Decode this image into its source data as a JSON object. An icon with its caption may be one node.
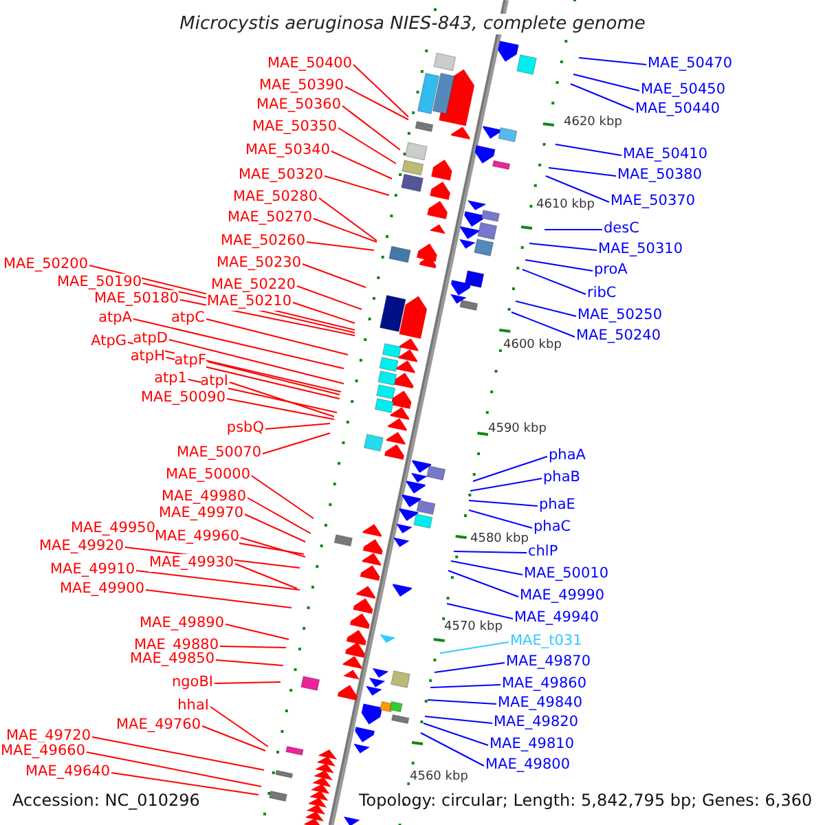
{
  "diagram": {
    "title": "Microcystis aeruginosa NIES-843, complete genome",
    "nodes": [
      {
        "text": [
          "MAE_50400"
        ]
      },
      {
        "text": [
          "MAE_50390"
        ]
      },
      {
        "text": [
          "MAE_50360"
        ]
      },
      {
        "text": [
          "MAE_50350"
        ]
      },
      {
        "text": [
          "MAE_50340"
        ]
      },
      {
        "text": [
          "MAE_50320"
        ]
      },
      {
        "text": [
          "MAE_50280"
        ]
      },
      {
        "text": [
          "MAE_50270"
        ]
      },
      {
        "text": [
          "MAE_50260"
        ]
      },
      {
        "text": [
          "MAE_50230"
        ]
      },
      {
        "text": [
          "MAE_50220"
        ]
      },
      {
        "text": [
          "MAE_50210"
        ]
      },
      {
        "text": [
          "MAE_50200"
        ]
      },
      {
        "text": [
          "MAE_50190"
        ]
      },
      {
        "text": [
          "MAE_50180"
        ]
      },
      {
        "text": [
          "atpA"
        ]
      },
      {
        "text": [
          "atpC"
        ]
      },
      {
        "text": [
          "AtpG"
        ]
      },
      {
        "text": [
          "atpD"
        ]
      },
      {
        "text": [
          "atpH"
        ]
      },
      {
        "text": [
          "atpF"
        ]
      },
      {
        "text": [
          "atp1"
        ]
      },
      {
        "text": [
          "atpI"
        ]
      },
      {
        "text": [
          "MAE_50090"
        ]
      },
      {
        "text": [
          "psbQ"
        ]
      },
      {
        "text": [
          "MAE_50070"
        ]
      },
      {
        "text": [
          "MAE_50000"
        ]
      },
      {
        "text": [
          "MAE_49980"
        ]
      },
      {
        "text": [
          "MAE_49970"
        ]
      },
      {
        "text": [
          "MAE_49950"
        ]
      },
      {
        "text": [
          "MAE_49960"
        ]
      },
      {
        "text": [
          "MAE_49920"
        ]
      },
      {
        "text": [
          "MAE_49930"
        ]
      },
      {
        "text": [
          "MAE_49910"
        ]
      },
      {
        "text": [
          "MAE_49900"
        ]
      },
      {
        "text": [
          "MAE_49890"
        ]
      },
      {
        "text": [
          "MAE_49880"
        ]
      },
      {
        "text": [
          "MAE_49850"
        ]
      },
      {
        "text": [
          "ngoBI"
        ]
      },
      {
        "text": [
          "hhaI"
        ]
      },
      {
        "text": [
          "MAE_49760"
        ]
      },
      {
        "text": [
          "MAE_49720"
        ]
      },
      {
        "text": [
          "MAE_49660"
        ]
      },
      {
        "text": [
          "MAE_49640"
        ]
      },
      {
        "text": [
          "MAE_50470"
        ]
      },
      {
        "text": [
          "MAE_50450"
        ]
      },
      {
        "text": [
          "MAE_50440"
        ]
      },
      {
        "text": [
          "MAE_50410"
        ]
      },
      {
        "text": [
          "MAE_50380"
        ]
      },
      {
        "text": [
          "MAE_50370"
        ]
      },
      {
        "text": [
          "desC"
        ]
      },
      {
        "text": [
          "MAE_50310"
        ]
      },
      {
        "text": [
          "proA"
        ]
      },
      {
        "text": [
          "ribC"
        ]
      },
      {
        "text": [
          "MAE_50250"
        ]
      },
      {
        "text": [
          "MAE_50240"
        ]
      },
      {
        "text": [
          "phaA"
        ]
      },
      {
        "text": [
          "phaB"
        ]
      },
      {
        "text": [
          "phaE"
        ]
      },
      {
        "text": [
          "phaC"
        ]
      },
      {
        "text": [
          "chlP"
        ]
      },
      {
        "text": [
          "MAE_50010"
        ]
      },
      {
        "text": [
          "MAE_49990"
        ]
      },
      {
        "text": [
          "MAE_49940"
        ]
      },
      {
        "text": [
          "MAE_t031"
        ]
      },
      {
        "text": [
          "MAE_49870"
        ]
      },
      {
        "text": [
          "MAE_49860"
        ]
      },
      {
        "text": [
          "MAE_49840"
        ]
      },
      {
        "text": [
          "MAE_49820"
        ]
      },
      {
        "text": [
          "MAE_49810"
        ]
      },
      {
        "text": [
          "MAE_49800"
        ]
      }
    ],
    "edges": [
      {
        "from": 0,
        "to": null,
        "arrow": "none"
      },
      {
        "from": 1,
        "to": null,
        "arrow": "none"
      },
      {
        "from": 2,
        "to": null,
        "arrow": "none"
      },
      {
        "from": 3,
        "to": null,
        "arrow": "none"
      },
      {
        "from": 4,
        "to": null,
        "arrow": "none"
      },
      {
        "from": 5,
        "to": null,
        "arrow": "none"
      },
      {
        "from": 6,
        "to": null,
        "arrow": "none"
      },
      {
        "from": 7,
        "to": null,
        "arrow": "none"
      },
      {
        "from": 8,
        "to": null,
        "arrow": "none"
      },
      {
        "from": 9,
        "to": null,
        "arrow": "none"
      },
      {
        "from": 10,
        "to": null,
        "arrow": "none"
      },
      {
        "from": 11,
        "to": null,
        "arrow": "none"
      },
      {
        "from": 12,
        "to": null,
        "arrow": "none"
      },
      {
        "from": 13,
        "to": null,
        "arrow": "none"
      },
      {
        "from": 14,
        "to": null,
        "arrow": "none"
      },
      {
        "from": 15,
        "to": null,
        "arrow": "none"
      },
      {
        "from": 16,
        "to": null,
        "arrow": "none"
      },
      {
        "from": 17,
        "to": null,
        "arrow": "none"
      },
      {
        "from": 18,
        "to": null,
        "arrow": "none"
      },
      {
        "from": 19,
        "to": null,
        "arrow": "none"
      },
      {
        "from": 20,
        "to": null,
        "arrow": "none"
      },
      {
        "from": 21,
        "to": null,
        "arrow": "none"
      },
      {
        "from": 22,
        "to": null,
        "arrow": "none"
      },
      {
        "from": 23,
        "to": null,
        "arrow": "none"
      },
      {
        "from": 24,
        "to": null,
        "arrow": "none"
      },
      {
        "from": 25,
        "to": null,
        "arrow": "none"
      },
      {
        "from": 26,
        "to": null,
        "arrow": "none"
      },
      {
        "from": 27,
        "to": null,
        "arrow": "none"
      },
      {
        "from": 28,
        "to": null,
        "arrow": "none"
      },
      {
        "from": 29,
        "to": null,
        "arrow": "none"
      },
      {
        "from": 30,
        "to": null,
        "arrow": "none"
      },
      {
        "from": 31,
        "to": null,
        "arrow": "none"
      },
      {
        "from": 32,
        "to": null,
        "arrow": "none"
      },
      {
        "from": 33,
        "to": null,
        "arrow": "none"
      },
      {
        "from": 34,
        "to": null,
        "arrow": "none"
      },
      {
        "from": 35,
        "to": null,
        "arrow": "none"
      },
      {
        "from": 36,
        "to": null,
        "arrow": "none"
      },
      {
        "from": 37,
        "to": null,
        "arrow": "none"
      },
      {
        "from": 38,
        "to": null,
        "arrow": "none"
      },
      {
        "from": 39,
        "to": null,
        "arrow": "none"
      },
      {
        "from": 40,
        "to": null,
        "arrow": "none"
      },
      {
        "from": 41,
        "to": null,
        "arrow": "none"
      },
      {
        "from": 42,
        "to": null,
        "arrow": "none"
      },
      {
        "from": 43,
        "to": null,
        "arrow": "none"
      },
      {
        "from": 44,
        "to": null,
        "arrow": "none",
        "color": "#0000ff"
      },
      {
        "from": 45,
        "to": null,
        "arrow": "none",
        "color": "#0000ff"
      },
      {
        "from": 46,
        "to": null,
        "arrow": "none",
        "color": "#0000ff"
      },
      {
        "from": 47,
        "to": null,
        "arrow": "none",
        "color": "#0000ff"
      },
      {
        "from": 48,
        "to": null,
        "arrow": "none",
        "color": "#0000ff"
      },
      {
        "from": 49,
        "to": null,
        "arrow": "none",
        "color": "#0000ff"
      },
      {
        "from": 50,
        "to": null,
        "arrow": "none",
        "color": "#0000ff"
      },
      {
        "from": 51,
        "to": null,
        "arrow": "none",
        "color": "#0000ff"
      },
      {
        "from": 52,
        "to": null,
        "arrow": "none",
        "color": "#0000ff"
      },
      {
        "from": 53,
        "to": null,
        "arrow": "none",
        "color": "#0000ff"
      },
      {
        "from": 54,
        "to": null,
        "arrow": "none",
        "color": "#0000ff"
      },
      {
        "from": 55,
        "to": null,
        "arrow": "none",
        "color": "#0000ff"
      },
      {
        "from": 56,
        "to": null,
        "arrow": "none",
        "color": "#0000ff"
      },
      {
        "from": 57,
        "to": null,
        "arrow": "none",
        "color": "#0000ff"
      },
      {
        "from": 58,
        "to": null,
        "arrow": "none",
        "color": "#0000ff"
      },
      {
        "from": 59,
        "to": null,
        "arrow": "none",
        "color": "#0000ff"
      },
      {
        "from": 60,
        "to": null,
        "arrow": "none",
        "color": "#0000ff"
      },
      {
        "from": 61,
        "to": null,
        "arrow": "none",
        "color": "#0000ff"
      },
      {
        "from": 62,
        "to": null,
        "arrow": "none",
        "color": "#0000ff"
      },
      {
        "from": 63,
        "to": null,
        "arrow": "none",
        "color": "#0000ff"
      },
      {
        "from": 64,
        "to": null,
        "arrow": "none",
        "color": "#33ccff"
      },
      {
        "from": 65,
        "to": null,
        "arrow": "none",
        "color": "#0000ff"
      },
      {
        "from": 66,
        "to": null,
        "arrow": "none",
        "color": "#0000ff"
      },
      {
        "from": 67,
        "to": null,
        "arrow": "none",
        "color": "#0000ff"
      },
      {
        "from": 68,
        "to": null,
        "arrow": "none",
        "color": "#0000ff"
      },
      {
        "from": 69,
        "to": null,
        "arrow": "none",
        "color": "#0000ff"
      },
      {
        "from": 70,
        "to": null,
        "arrow": "none",
        "color": "#0000ff"
      }
    ],
    "labels": [
      "4620 kbp",
      "4610 kbp",
      "4600 kbp",
      "4590 kbp",
      "4580 kbp",
      "4570 kbp",
      "4560 kbp",
      "Accession: NC_010296",
      "Topology: circular; Length: 5,842,795 bp; Genes: 6,360"
    ]
  }
}
